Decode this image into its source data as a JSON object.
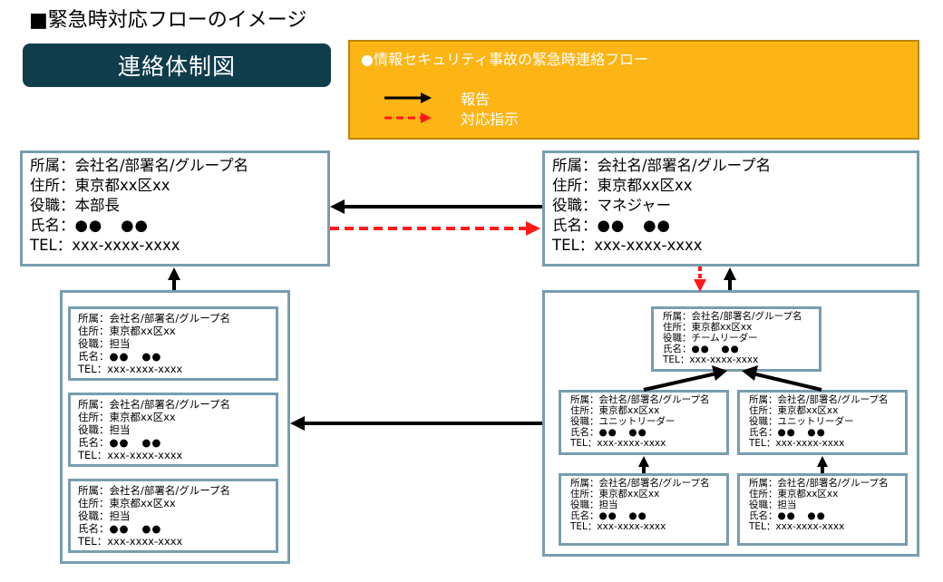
{
  "page_title": "■緊急時対応フローのイメージ",
  "diagram_title": "連絡体制図",
  "legend": {
    "heading": "●情報セキュリティ事故の緊急時連絡フロー",
    "report_label": "報告",
    "instruction_label": "対応指示"
  },
  "colors": {
    "title_bg": "#0f3d4c",
    "legend_bg": "#fdb515",
    "border": "#789daf",
    "report_arrow": "#000000",
    "instruction_arrow": "#ff1a1a"
  },
  "labels": {
    "affiliation": "所属：",
    "address": "住所：",
    "position": "役職：",
    "name": "氏名：",
    "tel": "TEL："
  },
  "cards": {
    "hq": {
      "affiliation": "会社名/部署名/グループ名",
      "address": "東京都xx区xx",
      "position": "本部長",
      "name_a": "●●",
      "name_b": "●●",
      "tel": "xxx-xxxx-xxxx"
    },
    "manager": {
      "affiliation": "会社名/部署名/グループ名",
      "address": "東京都xx区xx",
      "position": "マネジャー",
      "name_a": "●●",
      "name_b": "●●",
      "tel": "xxx-xxxx-xxxx"
    },
    "left_staff": [
      {
        "affiliation": "会社名/部署名/グループ名",
        "address": "東京都xx区xx",
        "position": "担当",
        "name_a": "●●",
        "name_b": "●●",
        "tel": "xxx-xxxx-xxxx"
      },
      {
        "affiliation": "会社名/部署名/グループ名",
        "address": "東京都xx区xx",
        "position": "担当",
        "name_a": "●●",
        "name_b": "●●",
        "tel": "xxx-xxxx-xxxx"
      },
      {
        "affiliation": "会社名/部署名/グループ名",
        "address": "東京都xx区xx",
        "position": "担当",
        "name_a": "●●",
        "name_b": "●●",
        "tel": "xxx-xxxx-xxxx"
      }
    ],
    "team_leader": {
      "affiliation": "会社名/部署名/グループ名",
      "address": "東京都xx区xx",
      "position": "チームリーダー",
      "name_a": "●●",
      "name_b": "●●",
      "tel": "xxx-xxxx-xxxx"
    },
    "unit_leaders": [
      {
        "affiliation": "会社名/部署名/グループ名",
        "address": "東京都xx区xx",
        "position": "ユニットリーダー",
        "name_a": "●●",
        "name_b": "●●",
        "tel": "xxx-xxxx-xxxx"
      },
      {
        "affiliation": "会社名/部署名/グループ名",
        "address": "東京都xx区xx",
        "position": "ユニットリーダー",
        "name_a": "●●",
        "name_b": "●●",
        "tel": "xxx-xxxx-xxxx"
      }
    ],
    "right_staff": [
      {
        "affiliation": "会社名/部署名/グループ名",
        "address": "東京都xx区xx",
        "position": "担当",
        "name_a": "●●",
        "name_b": "●●",
        "tel": "xxx-xxxx-xxxx"
      },
      {
        "affiliation": "会社名/部署名/グループ名",
        "address": "東京都xx区xx",
        "position": "担当",
        "name_a": "●●",
        "name_b": "●●",
        "tel": "xxx-xxxx-xxxx"
      }
    ]
  }
}
